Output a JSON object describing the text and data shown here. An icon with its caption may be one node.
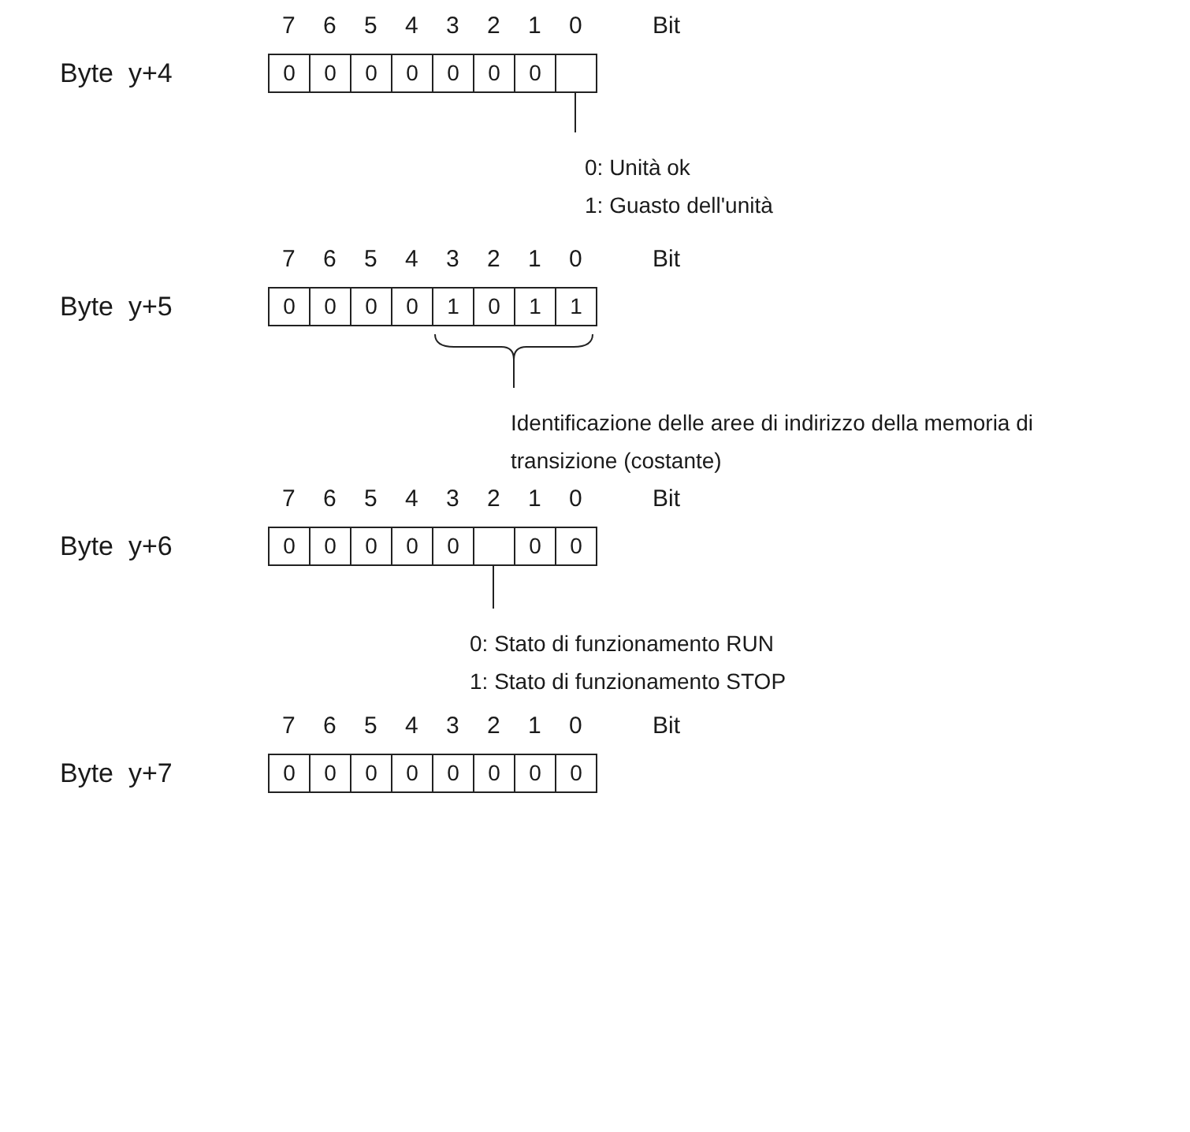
{
  "diagram": {
    "nodes": [
      {
        "text": [
          "0"
        ]
      },
      {
        "text": [
          "0"
        ]
      },
      {
        "text": [
          "0"
        ]
      },
      {
        "text": [
          "0"
        ]
      },
      {
        "text": [
          "0"
        ]
      },
      {
        "text": [
          "0"
        ]
      },
      {
        "text": [
          "0"
        ]
      },
      {
        "text": [],
        "shape": "box"
      },
      {
        "text": [
          "0: Unità ok",
          "1: Guasto dell'unità"
        ]
      },
      {
        "text": [
          "0"
        ]
      },
      {
        "text": [
          "0"
        ]
      },
      {
        "text": [
          "0"
        ]
      },
      {
        "text": [
          "0"
        ]
      },
      {
        "text": [
          "1"
        ]
      },
      {
        "text": [
          "0"
        ]
      },
      {
        "text": [
          "1"
        ]
      },
      {
        "text": [
          "1"
        ]
      },
      {
        "text": [
          "Identificazione delle aree di indirizzo della memoria di transizione (costante)"
        ]
      },
      {
        "text": [
          "0"
        ]
      },
      {
        "text": [
          "0"
        ]
      },
      {
        "text": [
          "0"
        ]
      },
      {
        "text": [
          "0"
        ]
      },
      {
        "text": [
          "0"
        ]
      },
      {
        "text": [],
        "shape": "box"
      },
      {
        "text": [
          "0"
        ]
      },
      {
        "text": [
          "0"
        ]
      },
      {
        "text": [
          "0: Stato di funzionamento RUN",
          "1: Stato di funzionamento STOP"
        ]
      },
      {
        "text": [
          "0"
        ]
      },
      {
        "text": [
          "0"
        ]
      },
      {
        "text": [
          "0"
        ]
      },
      {
        "text": [
          "0"
        ]
      },
      {
        "text": [
          "0"
        ]
      },
      {
        "text": [
          "0"
        ]
      },
      {
        "text": [
          "0"
        ]
      },
      {
        "text": [
          "0"
        ]
      },
      {
        "text": [],
        "shape": "bracket"
      }
    ],
    "edges": [
      {
        "from": 8,
        "to": 7,
        "arrow": "none"
      },
      {
        "from": 17,
        "to": 35,
        "arrow": "none"
      },
      {
        "from": 26,
        "to": 23,
        "arrow": "none"
      }
    ],
    "labels": [
      "7",
      "6",
      "5",
      "4",
      "3",
      "2",
      "1",
      "0",
      "Bit",
      "Byte  y+4",
      "7",
      "6",
      "5",
      "4",
      "3",
      "2",
      "1",
      "0",
      "Bit",
      "Byte  y+5",
      "7",
      "6",
      "5",
      "4",
      "3",
      "2",
      "1",
      "0",
      "Bit",
      "Byte  y+6",
      "7",
      "6",
      "5",
      "4",
      "3",
      "2",
      "1",
      "0",
      "Bit",
      "Byte  y+7"
    ]
  }
}
